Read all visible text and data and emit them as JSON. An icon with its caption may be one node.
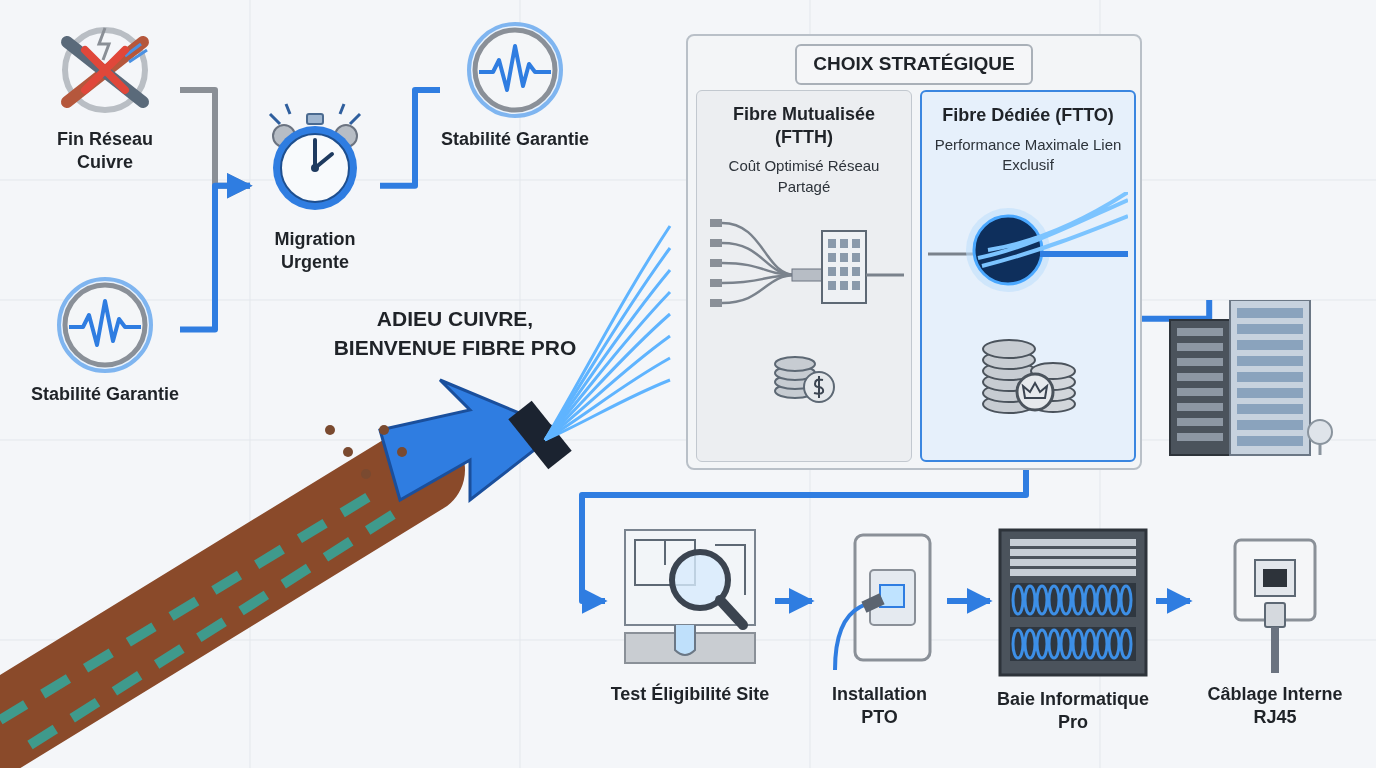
{
  "diagram": {
    "title": "ADIEU CUIVRE, BIENVENUE FIBRE PRO",
    "nodes": [
      {
        "text": [
          "Fin Réseau Cuivre"
        ]
      },
      {
        "text": [
          "Stabilité Garantie"
        ]
      },
      {
        "text": [
          "Migration Urgente"
        ]
      },
      {
        "text": [
          "Stabilité Garantie"
        ]
      },
      {
        "text": [
          "CHOIX STRATÉGIQUE"
        ]
      },
      {
        "text": [
          "Fibre Mutualisée (FTTH)",
          "Coût Optimisé Réseau Partagé"
        ],
        "in": 4
      },
      {
        "text": [
          "Fibre Dédiée (FTTO)",
          "Performance Maximale Lien Exclusif"
        ],
        "in": 4
      },
      {
        "text": [],
        "shape": "picture"
      },
      {
        "text": [
          "Test Éligibilité Site"
        ]
      },
      {
        "text": [
          "Installation PTO"
        ]
      },
      {
        "text": [
          "Baie Informatique Pro"
        ]
      },
      {
        "text": [
          "Câblage Interne RJ45"
        ]
      }
    ],
    "edges": [
      {
        "from": 0,
        "to": 2,
        "arrow": "to",
        "color": "#8a8f96"
      },
      {
        "from": 1,
        "to": 2,
        "arrow": "to"
      },
      {
        "from": 2,
        "to": 3,
        "arrow": "none"
      },
      {
        "from": 6,
        "to": 7,
        "arrow": "none"
      },
      {
        "from": 6,
        "to": 8,
        "arrow": "to"
      },
      {
        "from": 8,
        "to": 9,
        "arrow": "to"
      },
      {
        "from": 9,
        "to": 10,
        "arrow": "to"
      },
      {
        "from": 10,
        "to": 11,
        "arrow": "to"
      }
    ]
  }
}
